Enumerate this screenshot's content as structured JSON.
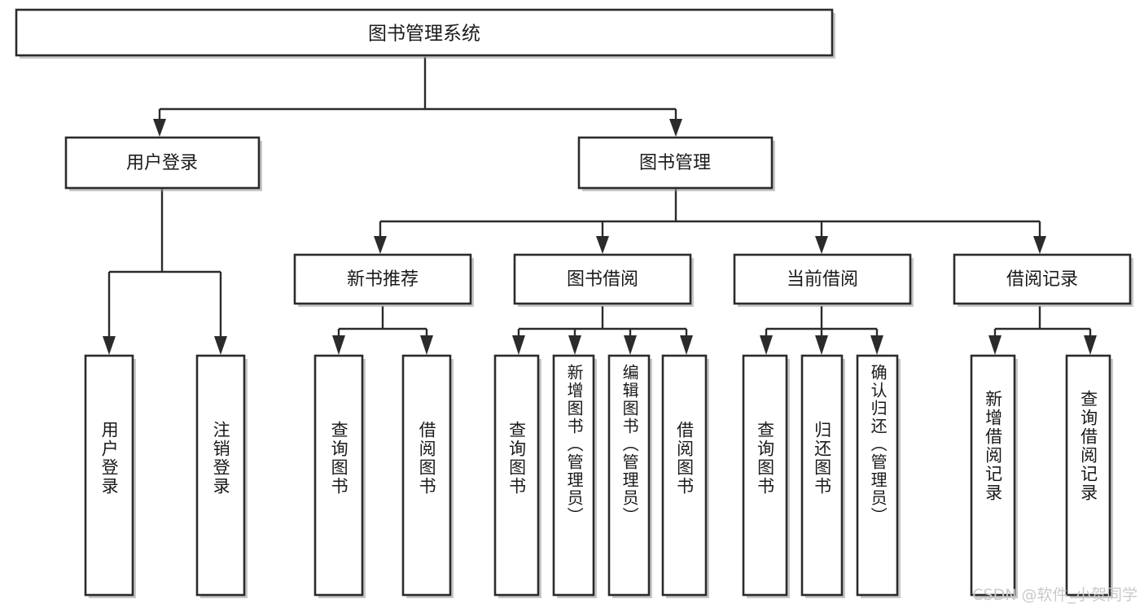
{
  "diagram": {
    "type": "tree-flowchart",
    "orientation": "top-down",
    "root": {
      "id": "root",
      "label": "图书管理系统"
    },
    "level2": [
      {
        "id": "user-login",
        "label": "用户登录"
      },
      {
        "id": "book-management",
        "label": "图书管理"
      }
    ],
    "level3": [
      {
        "id": "new-book-recommend",
        "label": "新书推荐",
        "parent": "book-management"
      },
      {
        "id": "book-borrow",
        "label": "图书借阅",
        "parent": "book-management"
      },
      {
        "id": "current-borrow",
        "label": "当前借阅",
        "parent": "book-management"
      },
      {
        "id": "borrow-record",
        "label": "借阅记录",
        "parent": "book-management"
      }
    ],
    "leaves": [
      {
        "id": "leaf-user-login",
        "label": "用户登录",
        "parent": "user-login"
      },
      {
        "id": "leaf-logout-login",
        "label": "注销登录",
        "parent": "user-login"
      },
      {
        "id": "leaf-query-book-1",
        "label": "查询图书",
        "parent": "new-book-recommend"
      },
      {
        "id": "leaf-borrow-book-1",
        "label": "借阅图书",
        "parent": "new-book-recommend"
      },
      {
        "id": "leaf-query-book-2",
        "label": "查询图书",
        "parent": "book-borrow"
      },
      {
        "id": "leaf-add-book",
        "label": "新增图书（管理员）",
        "parent": "book-borrow"
      },
      {
        "id": "leaf-edit-book",
        "label": "编辑图书（管理员）",
        "parent": "book-borrow"
      },
      {
        "id": "leaf-borrow-book-2",
        "label": "借阅图书",
        "parent": "book-borrow"
      },
      {
        "id": "leaf-query-book-3",
        "label": "查询图书",
        "parent": "current-borrow"
      },
      {
        "id": "leaf-return-book",
        "label": "归还图书",
        "parent": "current-borrow"
      },
      {
        "id": "leaf-confirm-return",
        "label": "确认归还（管理员）",
        "parent": "current-borrow"
      },
      {
        "id": "leaf-add-record",
        "label": "新增借阅记录",
        "parent": "borrow-record"
      },
      {
        "id": "leaf-query-record",
        "label": "查询借阅记录",
        "parent": "borrow-record"
      }
    ]
  },
  "watermark": {
    "text": "CSDN @软件_小贺同学"
  },
  "colors": {
    "background": "#ffffff",
    "box_fill": "#ffffff",
    "box_stroke": "#2b2b2b",
    "line": "#2b2b2b",
    "text": "#1a1a1a",
    "watermark": "#c9c9c9"
  }
}
